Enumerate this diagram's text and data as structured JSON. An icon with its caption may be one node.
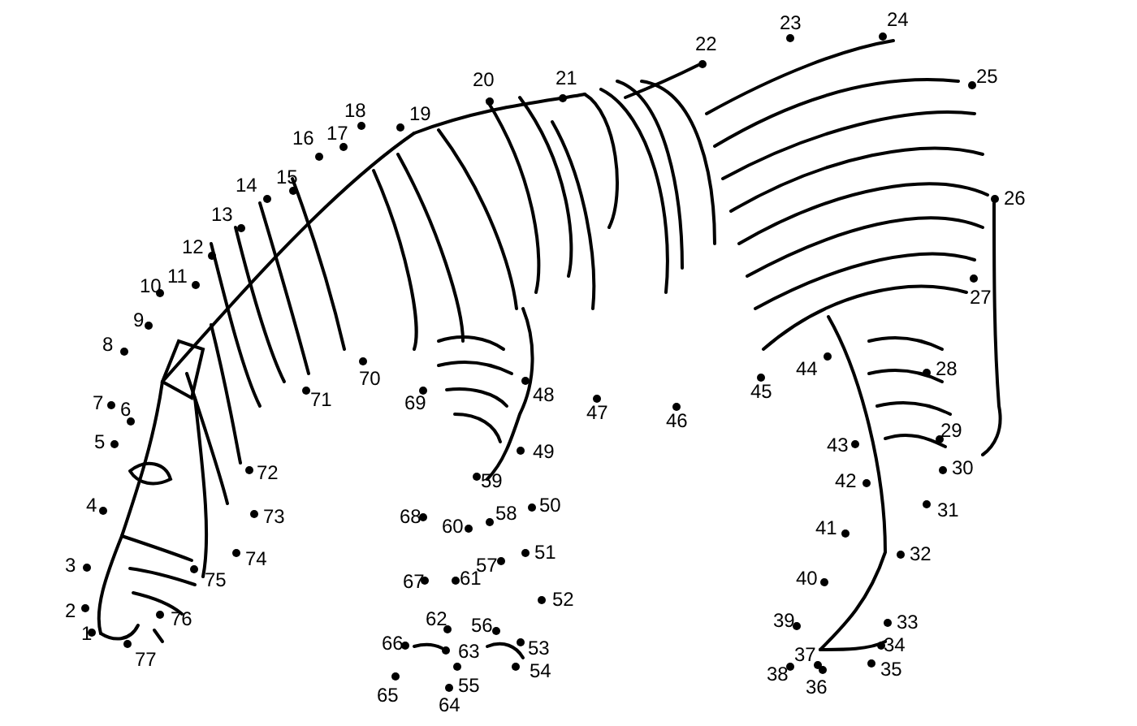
{
  "diagram": {
    "labels": [
      "1",
      "2",
      "3",
      "4",
      "5",
      "6",
      "7",
      "8",
      "9",
      "10",
      "11",
      "12",
      "13",
      "14",
      "15",
      "16",
      "17",
      "18",
      "19",
      "20",
      "21",
      "22",
      "23",
      "24",
      "25",
      "26",
      "27",
      "28",
      "29",
      "30",
      "31",
      "32",
      "33",
      "34",
      "35",
      "36",
      "37",
      "38",
      "39",
      "40",
      "41",
      "42",
      "43",
      "44",
      "45",
      "46",
      "47",
      "48",
      "49",
      "50",
      "51",
      "52",
      "53",
      "54",
      "55",
      "56",
      "57",
      "58",
      "59",
      "60",
      "61",
      "62",
      "63",
      "64",
      "65",
      "66",
      "67",
      "68",
      "69",
      "70",
      "71",
      "72",
      "73",
      "74",
      "75",
      "76",
      "77"
    ]
  }
}
